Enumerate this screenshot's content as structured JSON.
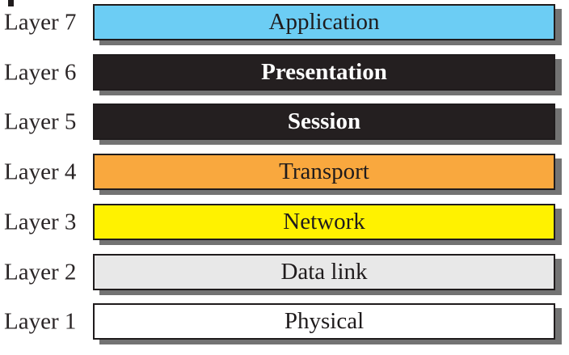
{
  "diagram": {
    "type": "layer-stack",
    "layers": [
      {
        "label": "Layer 7",
        "name": "Application",
        "fill": "#6ccdf4",
        "text_color": "#1f1b1c",
        "bold": false
      },
      {
        "label": "Layer 6",
        "name": "Presentation",
        "fill": "#241f20",
        "text_color": "#ffffff",
        "bold": true
      },
      {
        "label": "Layer 5",
        "name": "Session",
        "fill": "#241f20",
        "text_color": "#ffffff",
        "bold": true
      },
      {
        "label": "Layer 4",
        "name": "Transport",
        "fill": "#f9a83e",
        "text_color": "#1f1b1c",
        "bold": false
      },
      {
        "label": "Layer 3",
        "name": "Network",
        "fill": "#fff200",
        "text_color": "#1f1b1c",
        "bold": false
      },
      {
        "label": "Layer 2",
        "name": "Data link",
        "fill": "#e8e8e8",
        "text_color": "#1f1b1c",
        "bold": false
      },
      {
        "label": "Layer 1",
        "name": "Physical",
        "fill": "#ffffff",
        "text_color": "#1f1b1c",
        "bold": false
      }
    ],
    "colors": {
      "bar_border": "#1f1b1c",
      "bar_shadow": "#737373",
      "label_text": "#2a2526",
      "background": "#ffffff"
    }
  }
}
